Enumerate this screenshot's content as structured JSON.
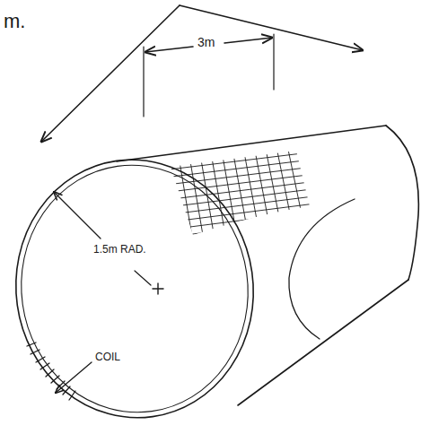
{
  "diagram": {
    "labels": [
      "m.",
      "3m",
      "1.5m RAD.",
      "COIL"
    ]
  }
}
